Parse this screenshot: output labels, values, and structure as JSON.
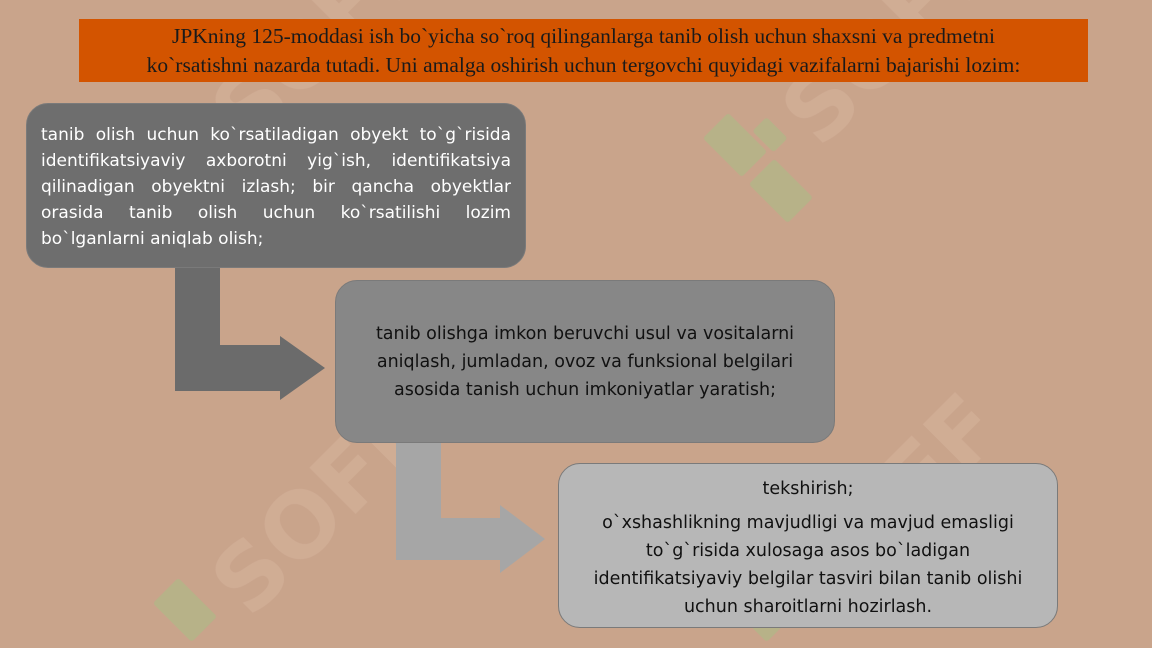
{
  "header": {
    "line1": "JPKning 125-moddasi ish bo`yicha so`roq qilinganlarga tanib olish uchun shaxsni va predmetni",
    "line2": "ko`rsatishni nazarda tutadi. Uni amalga oshirish uchun tergovchi quyidagi vazifalarni bajarishi lozim:"
  },
  "steps": [
    {
      "text": "tanib olish uchun ko`rsatiladigan obyekt to`g`risida identifikatsiyaviy axborotni yig`ish, identifikatsiya qilinadigan obyektni izlash; bir qancha obyektlar orasida tanib olish uchun ko`rsatilishi lozim bo`lganlarni aniqlab olish;"
    },
    {
      "text": "tanib olishga imkon beruvchi usul va vositalarni aniqlash, jumladan, ovoz va funksional belgilari asosida tanish uchun imkoniyatlar yaratish;"
    },
    {
      "text1": "tekshirish;",
      "text2": "o`xshashlikning mavjudligi va mavjud emasligi to`g`risida xulosaga asos bo`ladigan identifikatsiyaviy belgilar tasviri bilan tanib olishi uchun sharoitlarni hozirlash."
    }
  ],
  "watermark": {
    "text": "SOFF"
  },
  "colors": {
    "background": "#c9a48b",
    "header": "#d35400",
    "step1": "#6e6e6e",
    "step2": "#878787",
    "step3": "#b7b7b7",
    "watermark_green": "#a8bd88"
  }
}
